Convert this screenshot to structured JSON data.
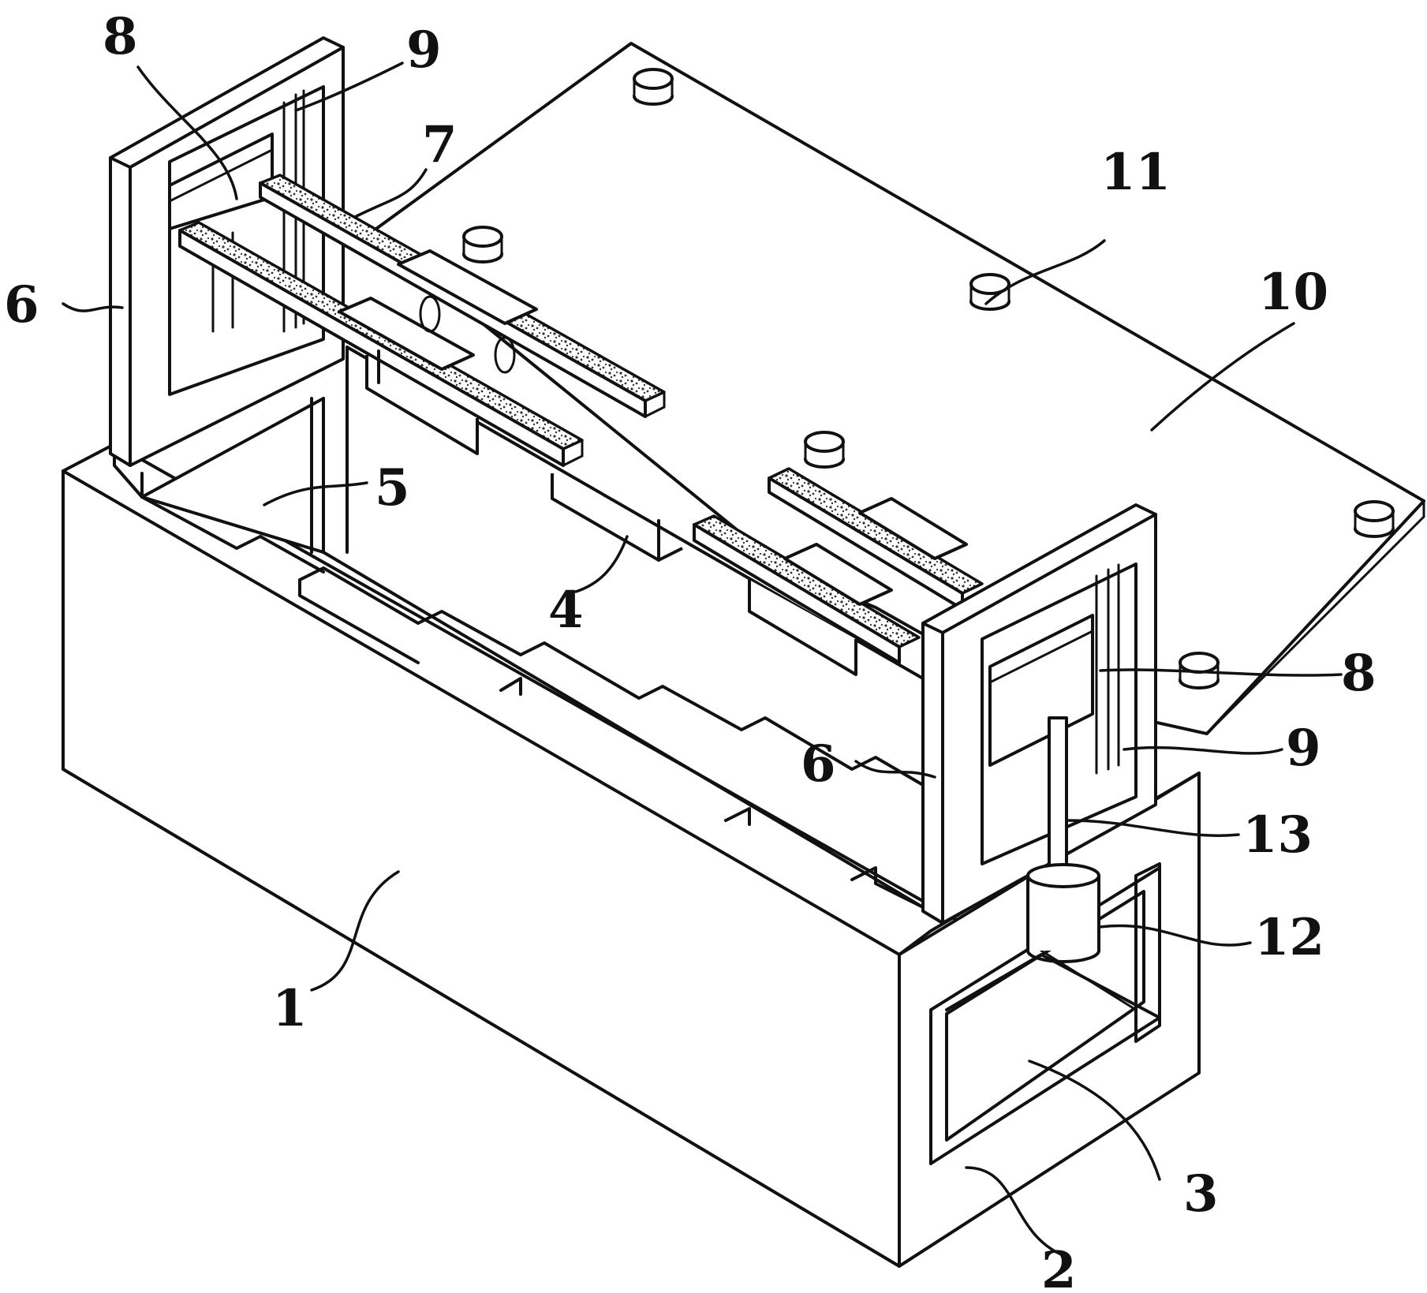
{
  "labels": {
    "base": "1",
    "window_frame": "2",
    "side_panel": "3",
    "channel_clip": "4",
    "inner_partition": "5",
    "side_frame_left": "6",
    "side_frame_right": "6",
    "roller_bar": "7",
    "slider_block_left": "8",
    "slider_block_right": "8",
    "guide_rail_left": "9",
    "guide_rail_right": "9",
    "top_plate": "10",
    "bolt": "11",
    "cylinder": "12",
    "piston_rod": "13"
  },
  "colors": {
    "ink": "#111111",
    "paper": "#ffffff"
  }
}
